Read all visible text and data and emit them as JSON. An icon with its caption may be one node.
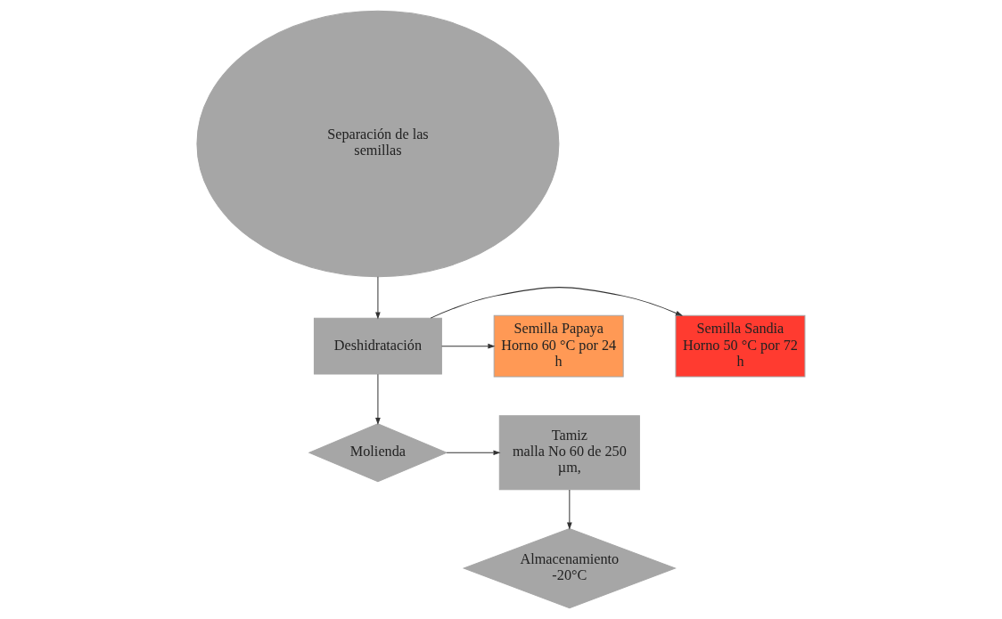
{
  "diagram": {
    "nodes": [
      {
        "text": [
          "Separación de las semillas"
        ]
      },
      {
        "text": [
          "Deshidratación"
        ]
      },
      {
        "text": [
          "Semilla Sandia Horno 50 °C por 72 h"
        ]
      },
      {
        "text": [
          "Semilla Papaya Horno 60 °C por 24 h"
        ]
      },
      {
        "text": [
          "Molienda"
        ]
      },
      {
        "text": [
          "Tamiz",
          "malla No 60 de 250 µm,"
        ]
      },
      {
        "text": [
          "Almacenamiento -20°C"
        ]
      }
    ],
    "edges": [
      {
        "from": 0,
        "to": 1,
        "arrow": "to"
      },
      {
        "from": 1,
        "to": 2,
        "arrow": "to"
      },
      {
        "from": 1,
        "to": 3,
        "arrow": "to"
      },
      {
        "from": 1,
        "to": 4,
        "arrow": "to"
      },
      {
        "from": 4,
        "to": 5,
        "arrow": "to"
      },
      {
        "from": 5,
        "to": 6,
        "arrow": "to"
      }
    ]
  }
}
